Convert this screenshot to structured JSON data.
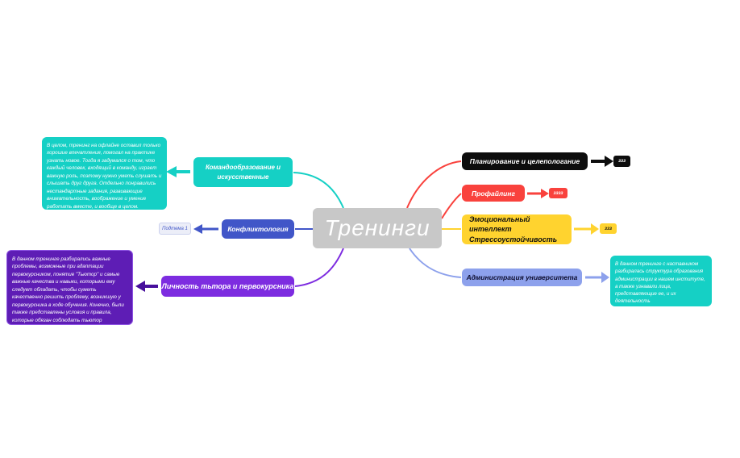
{
  "central": {
    "label": "Тренинги"
  },
  "colors": {
    "teal": "#15d0c5",
    "blue": "#4156c8",
    "purple": "#7d2ce0",
    "dark_purple": "#470f9c",
    "black": "#0d0d0d",
    "red": "#f9423d",
    "yellow": "#ffd32f",
    "periwinkle": "#8da1ec",
    "gray": "#c8c8c8"
  },
  "left": {
    "teamwork": {
      "label": "Командообразование и искусственные",
      "note": "В целом, тренинг на офлайне оставил только хорошие впечатления, помогал на практике узнать новое. Тогда я задумался о том, что каждый человек, входящий в команду, играет важную роль, поэтому нужно уметь слушать и слышать друг друга. Отдельно понравились нестандартные задания, развивающие внимательность, воображение и умение работать вместе, и вообще в целом."
    },
    "conflict": {
      "label": "Конфликтология",
      "subtopic": "Подтема 1"
    },
    "tutor": {
      "label": "Личность тьтора и первокурсника",
      "note": "В данном тренинге разбирались важные проблемы, возможные при адаптации первокурсником, понятие \"Тьютор\" и самые важные качества и навыки, которыми ему следует обладать, чтобы суметь качественно решить проблему, возникшую у первокурсника в ходе обучения. Конечно, были также представлены условия и правила, которые обязан соблюдать тьютор"
    }
  },
  "right": {
    "planning": {
      "label": "Планирование и целепологание",
      "tag": "ззз"
    },
    "profiling": {
      "label": "Профайлинг",
      "tag": "зззз"
    },
    "emotional": {
      "line1": "Эмоциональный интеллект",
      "line2": "Стрессоустойчивость",
      "tag": "ззз"
    },
    "administration": {
      "label": "Администрация университета",
      "note": "В данном тренинге с наставником разбиралась структура образования администрации в нашем институте, а также узнавали лица, представляющие ее, и их деятельность"
    }
  }
}
